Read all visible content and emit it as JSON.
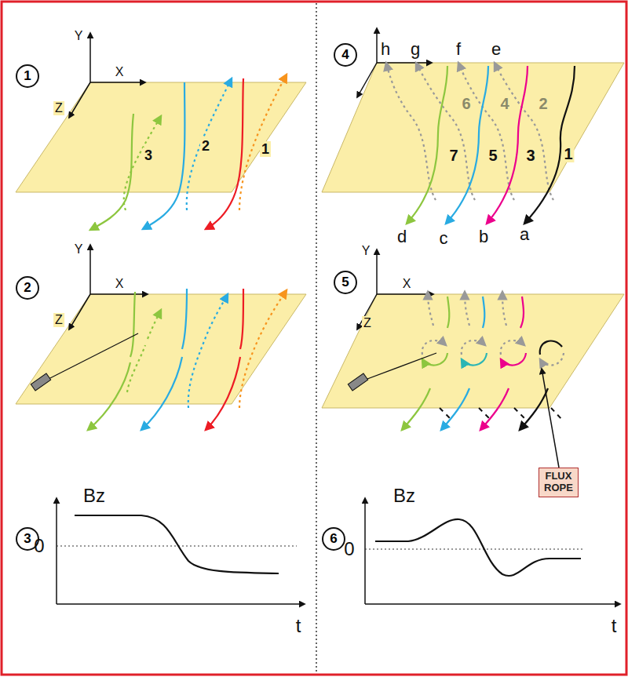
{
  "diagram": {
    "nodes": [
      {
        "text": [
          "1"
        ]
      },
      {
        "text": [
          "4"
        ]
      },
      {
        "text": [
          "2"
        ]
      },
      {
        "text": [
          "5"
        ]
      },
      {
        "text": [
          "FLUX ROPE"
        ]
      },
      {
        "text": [
          "3"
        ]
      },
      {
        "text": [
          "6"
        ]
      }
    ],
    "labels": [
      "Y",
      "X",
      "Z",
      "3",
      "2",
      "1",
      "h",
      "g",
      "f",
      "e",
      "6",
      "4",
      "2",
      "7",
      "5",
      "3",
      "1",
      "d",
      "c",
      "b",
      "a",
      "Y",
      "X",
      "Z",
      "Y",
      "X",
      "Z",
      "Bz",
      "0",
      "t",
      "Bz",
      "0",
      "t"
    ]
  }
}
